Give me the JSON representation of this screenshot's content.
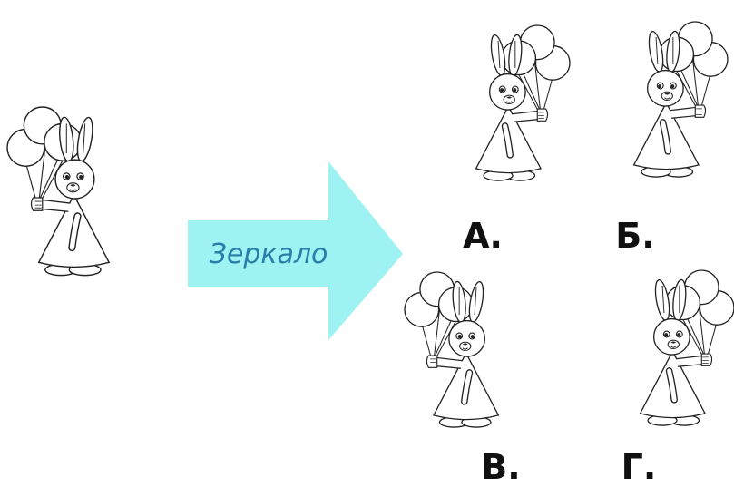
{
  "task": {
    "arrow_label": "Зеркало",
    "options": [
      {
        "label": "А."
      },
      {
        "label": "Б."
      },
      {
        "label": "В."
      },
      {
        "label": "Г."
      }
    ]
  },
  "colors": {
    "arrow_fill": "#9ef2f2",
    "arrow_text": "#2a7fa8",
    "line": "#222222"
  },
  "icons": [
    "rabbit-with-balloons-figure",
    "arrow-right-shape"
  ]
}
